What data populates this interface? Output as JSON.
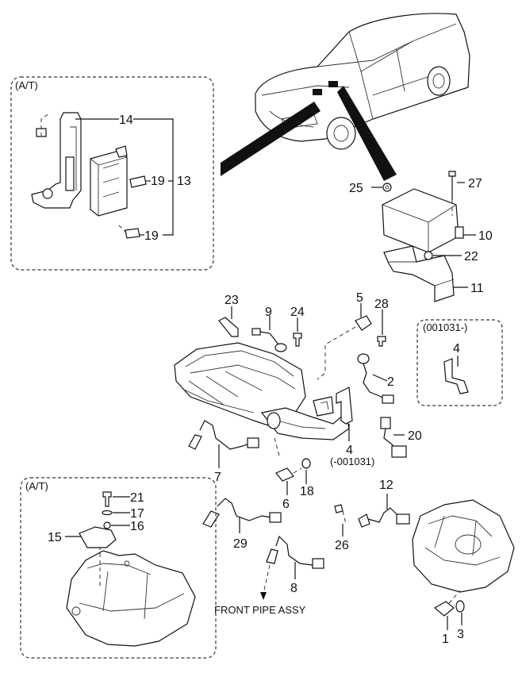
{
  "insets": {
    "at_top": "(A/T)",
    "at_bottom": "(A/T)",
    "variant_right": "(001031-)",
    "variant_right_part": "4"
  },
  "callouts": {
    "p1": "1",
    "p2": "2",
    "p3": "3",
    "p4": "4",
    "p4_range": "(-001031)",
    "p5": "5",
    "p6": "6",
    "p7": "7",
    "p8": "8",
    "p9": "9",
    "p10": "10",
    "p11": "11",
    "p12": "12",
    "p13": "13",
    "p14": "14",
    "p15": "15",
    "p16": "16",
    "p17": "17",
    "p18": "18",
    "p19a": "19",
    "p19b": "19",
    "p20": "20",
    "p21": "21",
    "p22": "22",
    "p23": "23",
    "p24": "24",
    "p25": "25",
    "p26": "26",
    "p27": "27",
    "p28": "28",
    "p29": "29"
  },
  "captions": {
    "front_pipe": "FRONT PIPE ASSY"
  }
}
